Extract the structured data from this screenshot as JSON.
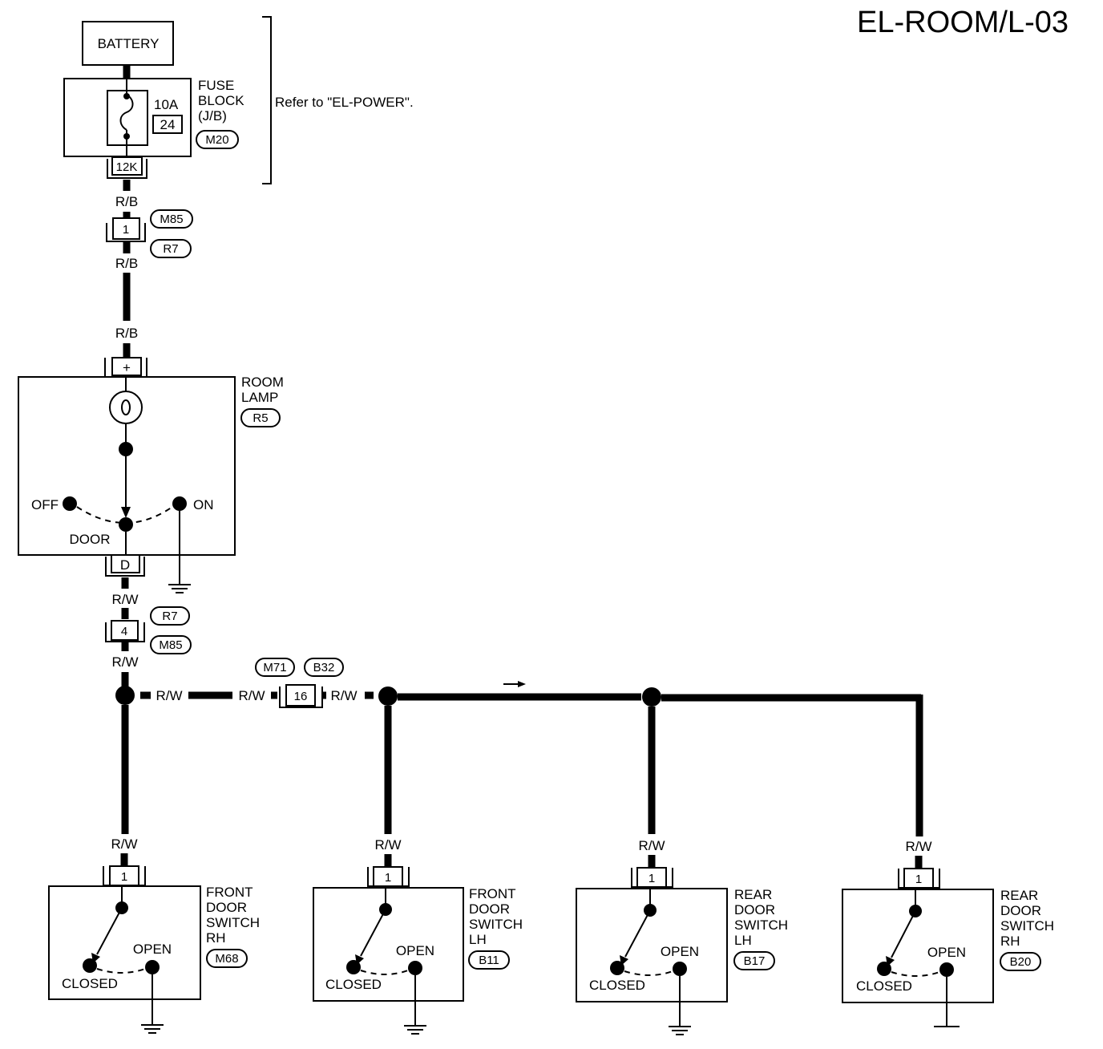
{
  "title": "EL-ROOM/L-03",
  "battery": "BATTERY",
  "fuse_block": {
    "line1": "FUSE",
    "line2": "BLOCK",
    "line3": "(J/B)",
    "amp": "10A",
    "fuse_no": "24",
    "connector": "M20",
    "terminal": "12K"
  },
  "refer_note": "Refer to \"EL-POWER\".",
  "wires": {
    "rb": "R/B",
    "rw": "R/W"
  },
  "conn_upper": {
    "pin": "1",
    "a": "M85",
    "b": "R7"
  },
  "room_lamp": {
    "line1": "ROOM",
    "line2": "LAMP",
    "connector": "R5",
    "plus": "+",
    "terminal_d": "D",
    "off": "OFF",
    "on": "ON",
    "door": "DOOR"
  },
  "conn_lower": {
    "pin": "4",
    "a": "R7",
    "b": "M85"
  },
  "conn_mid": {
    "pin": "16",
    "a": "M71",
    "b": "B32"
  },
  "switch_common": {
    "pin": "1",
    "closed": "CLOSED",
    "open": "OPEN"
  },
  "switches": [
    {
      "line1": "FRONT",
      "line2": "DOOR",
      "line3": "SWITCH",
      "line4": "RH",
      "connector": "M68"
    },
    {
      "line1": "FRONT",
      "line2": "DOOR",
      "line3": "SWITCH",
      "line4": "LH",
      "connector": "B11"
    },
    {
      "line1": "REAR",
      "line2": "DOOR",
      "line3": "SWITCH",
      "line4": "LH",
      "connector": "B17"
    },
    {
      "line1": "REAR",
      "line2": "DOOR",
      "line3": "SWITCH",
      "line4": "RH",
      "connector": "B20"
    }
  ]
}
